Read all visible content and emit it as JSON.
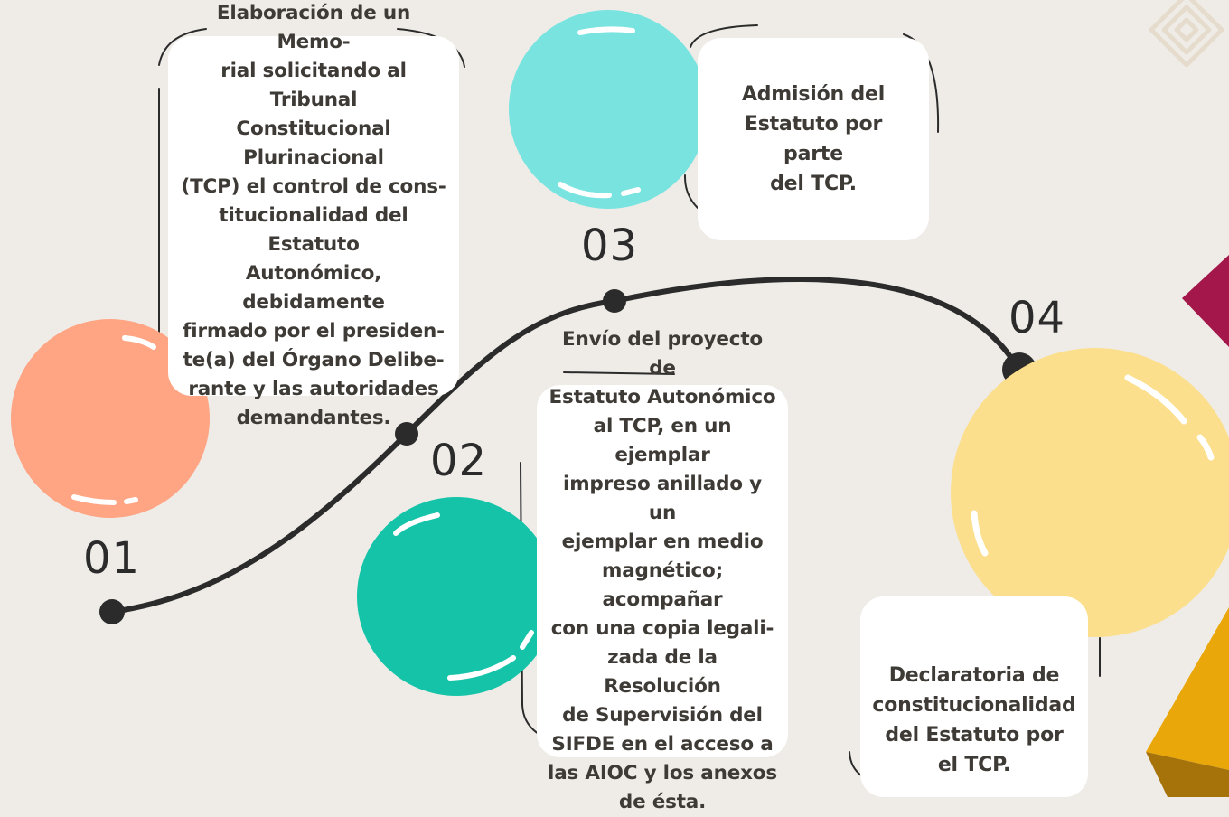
{
  "steps": [
    {
      "number": "01",
      "lines": [
        "Elaboración de un Memo-",
        "rial solicitando al Tribunal",
        "Constitucional Plurinacional",
        "(TCP) el control de cons-",
        "titucionalidad del Estatuto",
        "Autonómico, debidamente",
        "firmado por el presiden-",
        "te(a) del Órgano Delibe-",
        "rante y las autoridades",
        "demandantes."
      ],
      "color": "#ffa584"
    },
    {
      "number": "02",
      "lines": [
        "Envío del proyecto de",
        "Estatuto Autonómico",
        "al TCP, en un ejemplar",
        "impreso anillado y un",
        "ejemplar en medio",
        "magnético; acompañar",
        "con una copia legali-",
        "zada de la Resolución",
        "de Supervisión del",
        "SIFDE en el acceso a",
        "las AIOC y los anexos",
        "de ésta."
      ],
      "color": "#15c4a8"
    },
    {
      "number": "03",
      "lines": [
        "Admisión del",
        "Estatuto por parte",
        "del TCP."
      ],
      "color": "#79e3e0"
    },
    {
      "number": "04",
      "lines": [
        "Declaratoria de",
        "constitucionalidad",
        "del Estatuto por",
        "el TCP."
      ],
      "color": "#fbdf8c"
    }
  ],
  "colors": {
    "background": "#efece8",
    "path": "#2b2b2b",
    "accent_magenta": "#a3174a",
    "accent_gold": "#e9a70a"
  }
}
